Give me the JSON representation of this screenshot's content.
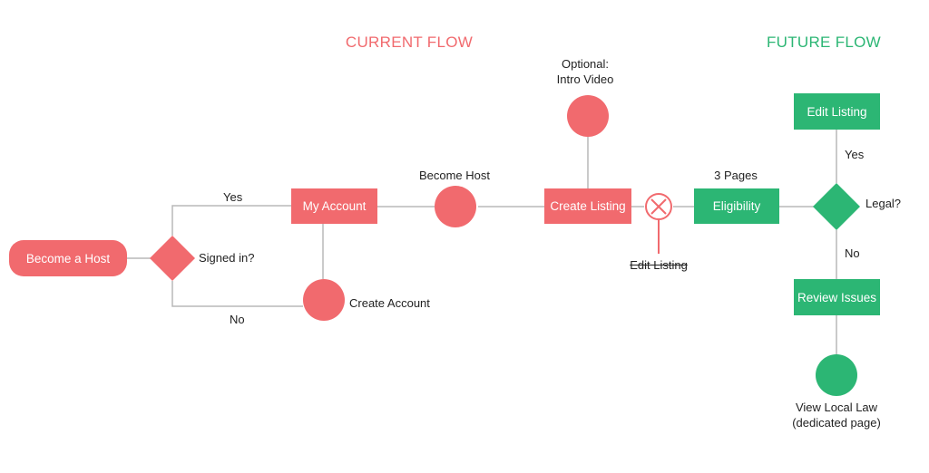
{
  "titles": {
    "current": "CURRENT FLOW",
    "future": "FUTURE FLOW"
  },
  "colors": {
    "current": "#f16a6e",
    "future": "#2cb674",
    "connector": "#b8b8b8"
  },
  "current_flow": {
    "start": "Become a Host",
    "decision": "Signed in?",
    "yes": "Yes",
    "no": "No",
    "my_account": "My Account",
    "create_account": "Create Account",
    "become_host": "Become Host",
    "create_listing": "Create Listing",
    "intro_video": [
      "Optional:",
      "Intro Video"
    ],
    "edit_listing_removed": "Edit Listing"
  },
  "future_flow": {
    "pages_note": "3 Pages",
    "eligibility": "Eligibility",
    "decision": "Legal?",
    "yes": "Yes",
    "no": "No",
    "edit_listing": "Edit Listing",
    "review_issues": "Review Issues",
    "local_law": [
      "View Local Law",
      "(dedicated page)"
    ]
  }
}
